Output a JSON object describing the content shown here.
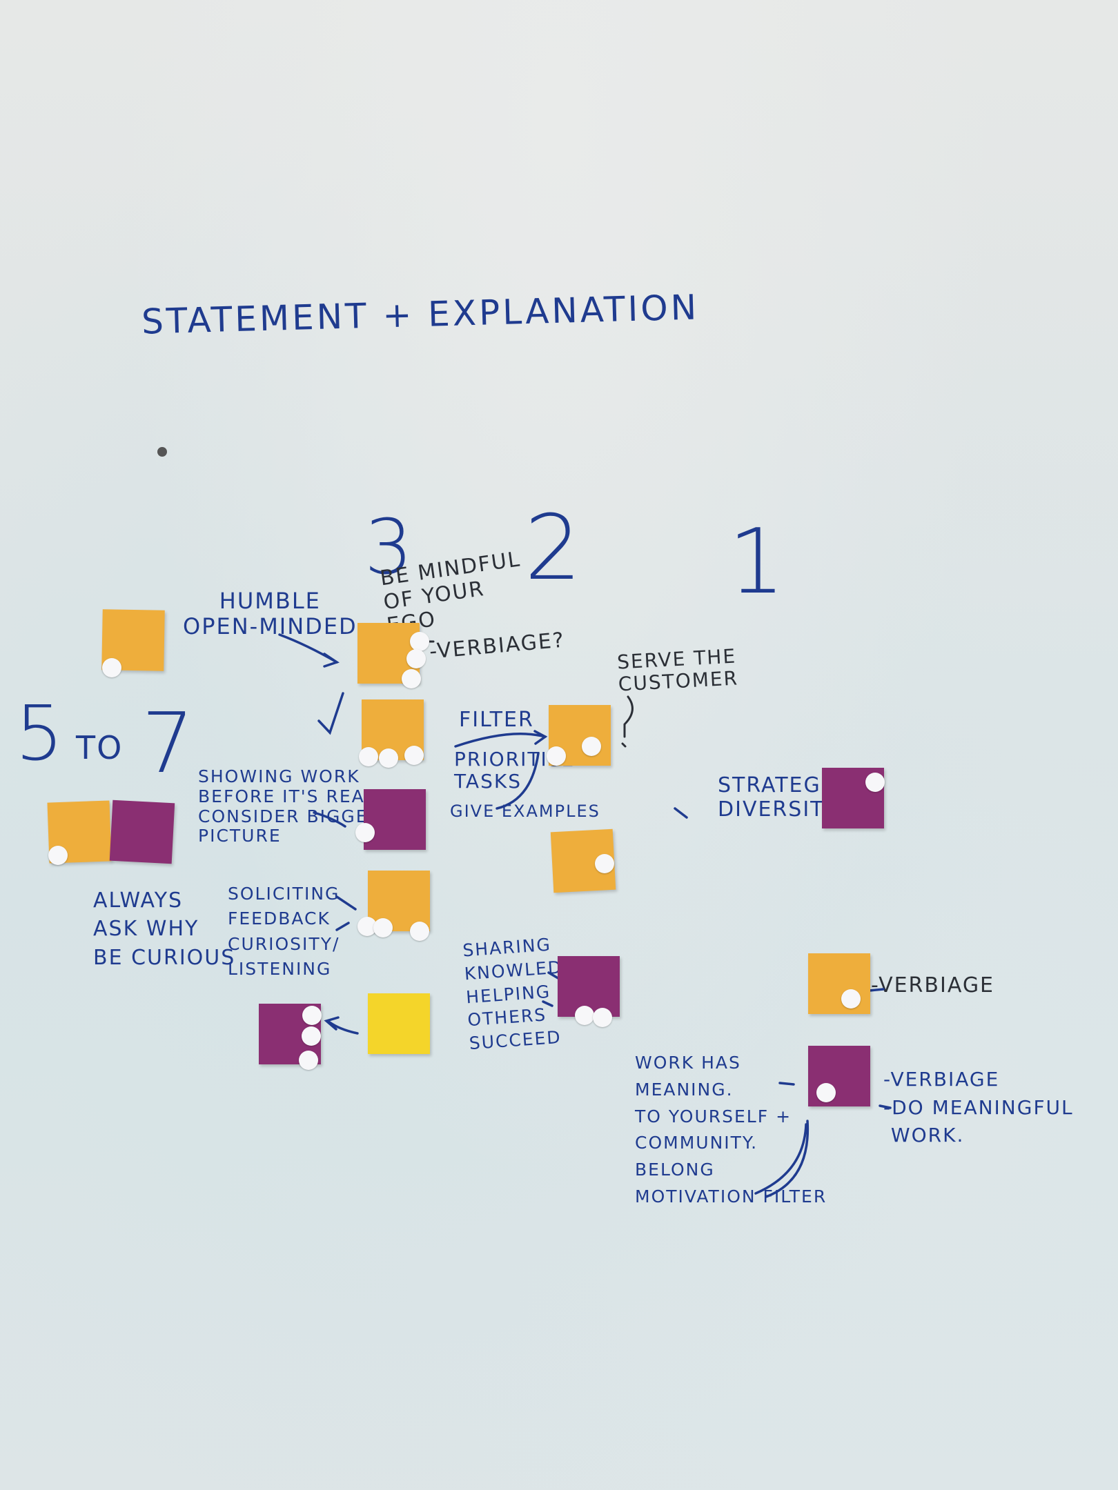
{
  "colors": {
    "marker_blue": "#1f3b8f",
    "marker_black": "#2b2f36",
    "note_orange": "#eeae3c",
    "note_purple": "#8a2f72",
    "note_yellow": "#f4d52a"
  },
  "title": "STATEMENT + EXPLANATION",
  "rank_labels": {
    "three": "3",
    "two": "2",
    "one": "1",
    "five_to": "5",
    "to": "TO",
    "seven": "7"
  },
  "labels": {
    "humble": "HUMBLE\nOPEN-MINDED",
    "mindful": "BE MINDFUL\nOF YOUR\nEGO",
    "verbiage_q": "-VERBIAGE?",
    "serve": "SERVE THE\nCUSTOMER",
    "filter": "FILTER",
    "prioritise": "PRIORITISE\nTASKS",
    "give_examples": "GIVE EXAMPLES",
    "showing_work": "SHOWING WORK\nBEFORE IT'S READY\nCONSIDER BIGGER\nPICTURE",
    "strategic": "STRATEGIC\nDIVERSITY",
    "always": "ALWAYS\nASK WHY\nBE CURIOUS",
    "soliciting": "SOLICITING\nFEEDBACK\nCURIOSITY/\nLISTENING",
    "sharing": "SHARING\nKNOWLEDGE\nHELPING\nOTHERS\nSUCCEED",
    "verbiage_right": "-VERBIAGE",
    "work_meaning": "WORK HAS\nMEANING.\nTO YOURSELF +\nCOMMUNITY.\nBELONG\nMOTIVATION FILTER",
    "verbiage_do": "-VERBIAGE\n-DO MEANINGFUL\n WORK."
  }
}
